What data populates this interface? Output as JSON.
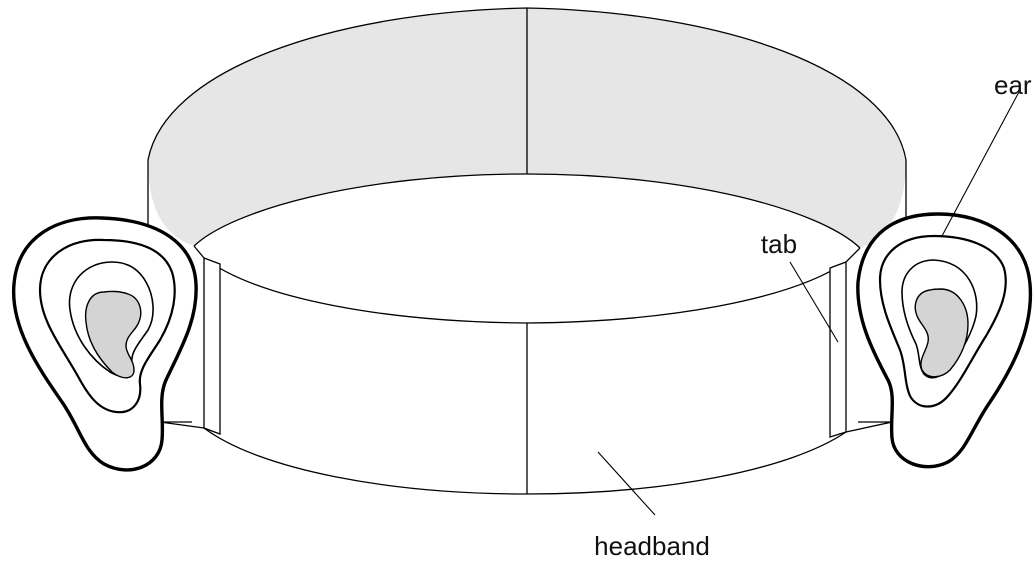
{
  "labels": {
    "ear": "ear",
    "tab": "tab",
    "headband": "headband"
  },
  "colors": {
    "line": "#000000",
    "inner_shade": "#e6e6e6",
    "ear_canal": "#d4d4d4",
    "background": "#ffffff"
  }
}
